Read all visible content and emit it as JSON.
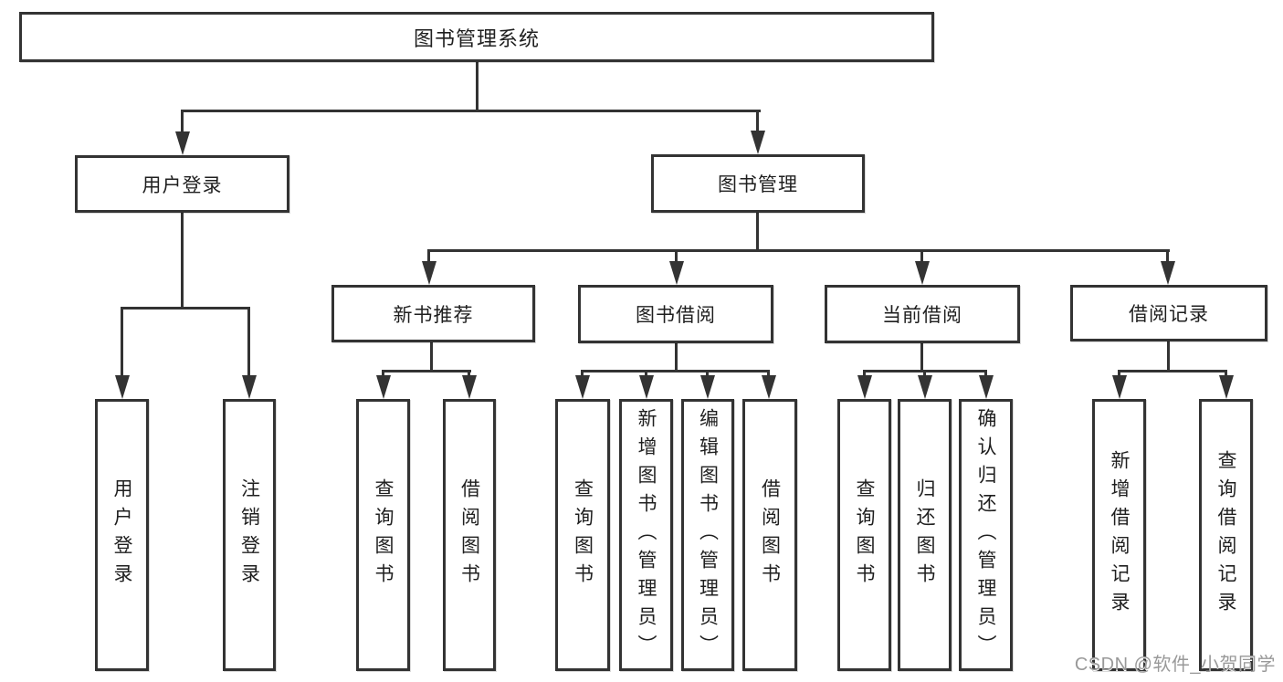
{
  "diagram": {
    "root": {
      "label": "图书管理系统"
    },
    "level2": {
      "user_login": {
        "label": "用户登录"
      },
      "book_mgmt": {
        "label": "图书管理"
      }
    },
    "level3": {
      "new_book_rec": {
        "label": "新书推荐"
      },
      "book_borrow": {
        "label": "图书借阅"
      },
      "current_borrow": {
        "label": "当前借阅"
      },
      "borrow_records": {
        "label": "借阅记录"
      }
    },
    "leaves": {
      "user_login": {
        "label": "用户登录"
      },
      "logout": {
        "label": "注销登录"
      },
      "rec_query_books": {
        "label": "查询图书"
      },
      "rec_borrow_books": {
        "label": "借阅图书"
      },
      "borrow_query_books": {
        "label": "查询图书"
      },
      "borrow_add_books": {
        "label": "新增图书（管理员）"
      },
      "borrow_edit_books": {
        "label": "编辑图书（管理员）"
      },
      "borrow_borrow_books": {
        "label": "借阅图书"
      },
      "current_query_books": {
        "label": "查询图书"
      },
      "current_return_books": {
        "label": "归还图书"
      },
      "current_confirm_return": {
        "label": "确认归还（管理员）"
      },
      "records_add_record": {
        "label": "新增借阅记录"
      },
      "records_query_record": {
        "label": "查询借阅记录"
      }
    },
    "watermark": "CSDN @软件_小贺同学",
    "colors": {
      "line": "#333333",
      "box_border": "#333333",
      "box_fill": "#ffffff",
      "text": "#1f1f1f",
      "watermark": "#999999",
      "background": "#ffffff"
    }
  }
}
